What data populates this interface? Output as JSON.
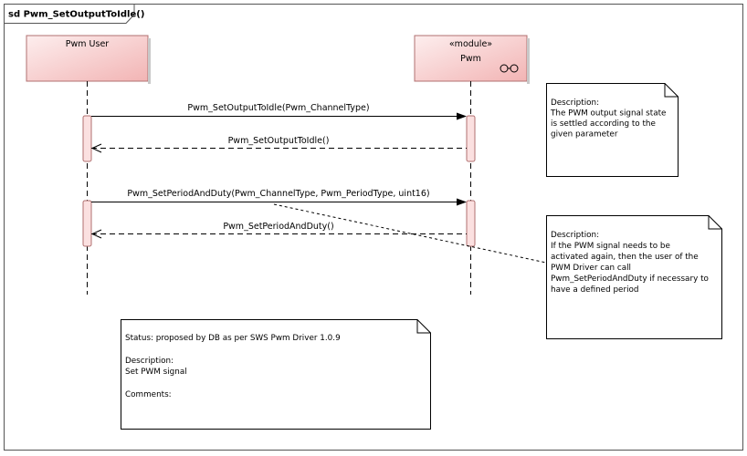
{
  "frame": {
    "title": "sd Pwm_SetOutputToIdle()"
  },
  "lifelines": [
    {
      "id": "user",
      "label": "Pwm User",
      "stereotype": ""
    },
    {
      "id": "pwm",
      "label": "Pwm",
      "stereotype": "«module»"
    }
  ],
  "messages": [
    {
      "label": "Pwm_SetOutputToIdle(Pwm_ChannelType)",
      "kind": "call",
      "from": "user",
      "to": "pwm"
    },
    {
      "label": "Pwm_SetOutputToIdle()",
      "kind": "return",
      "from": "pwm",
      "to": "user"
    },
    {
      "label": "Pwm_SetPeriodAndDuty(Pwm_ChannelType, Pwm_PeriodType, uint16)",
      "kind": "call",
      "from": "user",
      "to": "pwm"
    },
    {
      "label": "Pwm_SetPeriodAndDuty()",
      "kind": "return",
      "from": "pwm",
      "to": "user"
    }
  ],
  "notes": [
    {
      "id": "note-output-state",
      "lines": [
        "Description:",
        "The PWM output signal state",
        "is settled according to the",
        "given parameter"
      ]
    },
    {
      "id": "note-reactivate",
      "lines": [
        "Description:",
        "If the PWM signal needs to be",
        "activated again, then the user of the",
        "PWM Driver can call",
        "Pwm_SetPeriodAndDuty if necessary to",
        "have a defined period"
      ]
    },
    {
      "id": "note-status",
      "lines": [
        "Status: proposed by DB as per SWS Pwm Driver 1.0.9",
        "",
        "Description:",
        "Set PWM signal",
        "",
        "Comments:"
      ]
    }
  ],
  "colors": {
    "lifeline_fill_start": "#fdeeee",
    "lifeline_fill_end": "#f2b4b4",
    "lifeline_stroke": "#b07070",
    "activation_fill": "#fbe0e0",
    "note_fill": "#ffffff",
    "line": "#000000"
  }
}
